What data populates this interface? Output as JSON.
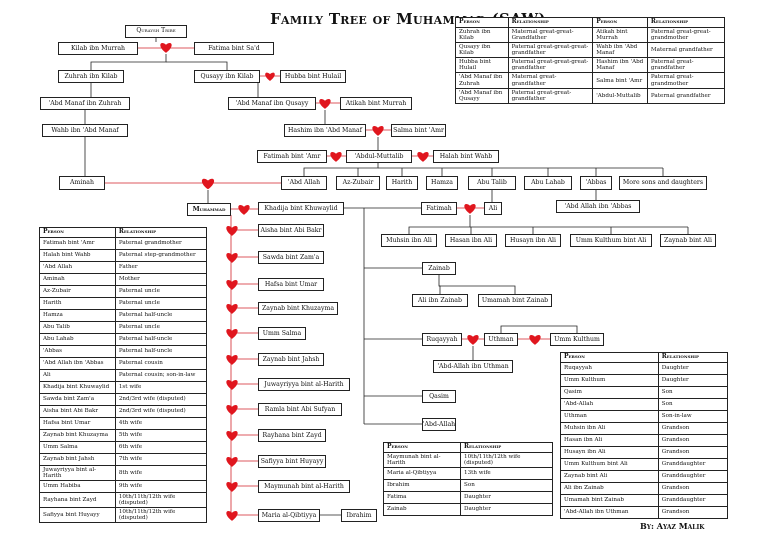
{
  "title": "Family Tree of Muhammad (SAW)",
  "author": "By: Ayaz Malik",
  "colors": {
    "heart": "#e0161e",
    "red_line": "#d2232a",
    "line": "#222222"
  },
  "tree": {
    "quraysh_tribe": "Quraysh Tribe",
    "kilab": "Kilab ibn Murrah",
    "fatima_sad": "Fatima bint Sa'd",
    "zuhrah": "Zuhrah ibn Kilab",
    "qusayy": "Qusayy ibn Kilab",
    "hubba": "Hubba bint Hulail",
    "abd_manaf_zuhrah": "'Abd Manaf ibn Zuhrah",
    "abd_manaf_qusayy": "'Abd Manaf ibn Qusayy",
    "atikah": "Atikah bint Murrah",
    "wahb": "Wahb ibn 'Abd Manaf",
    "hashim": "Hashim ibn 'Abd Manaf",
    "salma": "Salma bint 'Amr",
    "fatimah_amr": "Fatimah bint 'Amr",
    "abdul_muttalib": "'Abdul-Muttalib",
    "halah": "Halah bint Wahb",
    "aminah": "Aminah",
    "abd_allah": "'Abd Allah",
    "az_zubair": "Az-Zubair",
    "harith": "Harith",
    "hamza": "Hamza",
    "abu_talib": "Abu Talib",
    "abu_lahab": "Abu Lahab",
    "abbas": "'Abbas",
    "more_sons": "More sons and daughters",
    "muhammad": "Muhammad",
    "khadija": "Khadija bint Khuwaylid",
    "fatimah": "Fatimah",
    "ali": "Ali",
    "abd_allah_abbas": "'Abd Allah ibn 'Abbas",
    "muhsin": "Muhsin ibn Ali",
    "hasan": "Hasan ibn Ali",
    "husayn": "Husayn ibn Ali",
    "umm_kulthum_ali": "Umm Kulthum bint Ali",
    "zaynab_ali": "Zaynab bint Ali",
    "zainab": "Zainab",
    "ali_zainab": "Ali ibn Zainab",
    "umamah": "Umamah bint Zainab",
    "ruqayyah": "Ruqayyah",
    "uthman": "Uthman",
    "umm_kulthum": "Umm Kulthum",
    "abd_allah_uthman": "'Abd-Allah ibn Uthman",
    "qasim": "Qasim",
    "abd_allah_son": "'Abd-Allah",
    "ibrahim": "Ibrahim",
    "wives": [
      "Aisha bint Abi Bakr",
      "Sawda bint Zam'a",
      "Hafsa bint Umar",
      "Zaynab bint Khuzayma",
      "Umm Salma",
      "Zaynab bint Jahsh",
      "Juwayriyya bint al-Harith",
      "Ramla bint Abi Sufyan",
      "Rayhana bint Zayd",
      "Safiyya bint Huyayy",
      "Maymunah bint al-Harith",
      "Maria al-Qibtiyya"
    ]
  },
  "table_top": {
    "headers": [
      "Person",
      "Relationship",
      "Person",
      "Relationship"
    ],
    "rows": [
      [
        "Zuhrah ibn Kilab",
        "Maternal great-great-Grandfather",
        "Atikah bint Murrah",
        "Paternal great-great-grandmother"
      ],
      [
        "Qusayy ibn Kilab",
        "Paternal great-great-great-grandfather",
        "Wahb ibn 'Abd Manaf",
        "Maternal grandfather"
      ],
      [
        "Hubba bint Hulail",
        "Paternal great-great-great-grandfather",
        "Hashim ibn 'Abd Manaf",
        "Paternal great-grandfather"
      ],
      [
        "'Abd Manaf ibn Zuhrah",
        "Maternal great-grandfather",
        "Salma bint 'Amr",
        "Paternal great-grandmother"
      ],
      [
        "'Abd Manaf ibn Qusayy",
        "Paternal great-great-grandfather",
        "'Abdul-Muttalib",
        "Paternal grandfather"
      ]
    ]
  },
  "table_left": {
    "headers": [
      "Person",
      "Relationship"
    ],
    "rows": [
      [
        "Fatimah bint 'Amr",
        "Paternal grandmother"
      ],
      [
        "Halah bint Wahb",
        "Paternal step-grandmother"
      ],
      [
        "'Abd Allah",
        "Father"
      ],
      [
        "Aminah",
        "Mother"
      ],
      [
        "Az-Zubair",
        "Paternal uncle"
      ],
      [
        "Harith",
        "Paternal uncle"
      ],
      [
        "Hamza",
        "Paternal half-uncle"
      ],
      [
        "Abu Talib",
        "Paternal uncle"
      ],
      [
        "Abu Lahab",
        "Paternal half-uncle"
      ],
      [
        "'Abbas",
        "Paternal half-uncle"
      ],
      [
        "'Abd Allah ibn 'Abbas",
        "Paternal cousin"
      ],
      [
        "Ali",
        "Paternal cousin; son-in-law"
      ],
      [
        "Khadija bint Khuwaylid",
        "1st wife"
      ],
      [
        "Sawda bint Zam'a",
        "2nd/3rd wife (disputed)"
      ],
      [
        "Aisha bint Abi Bakr",
        "2nd/3rd wife (disputed)"
      ],
      [
        "Hafsa bint Umar",
        "4th wife"
      ],
      [
        "Zaynab bint Khuzayma",
        "5th wife"
      ],
      [
        "Umm Salma",
        "6th wife"
      ],
      [
        "Zaynab bint Jahsh",
        "7th wife"
      ],
      [
        "Juwayriyya bint al-Harith",
        "8th wife"
      ],
      [
        "Umm Habiba",
        "9th wife"
      ],
      [
        "Rayhana bint Zayd",
        "10th/11th/12th wife (disputed)"
      ],
      [
        "Safiyya bint Huyayy",
        "10th/11th/12th wife (disputed)"
      ]
    ]
  },
  "table_mid": {
    "headers": [
      "Person",
      "Relationship"
    ],
    "rows": [
      [
        "Maymunah bint al-Harith",
        "10th/11th/12th wife (disputed)"
      ],
      [
        "Maria al-Qibtiyya",
        "13th wife"
      ],
      [
        "Ibrahim",
        "Son"
      ],
      [
        "Fatima",
        "Daughter"
      ],
      [
        "Zainab",
        "Daughter"
      ]
    ]
  },
  "table_right": {
    "headers": [
      "Person",
      "Relationship"
    ],
    "rows": [
      [
        "Ruqayyah",
        "Daughter"
      ],
      [
        "Umm Kulthum",
        "Daughter"
      ],
      [
        "Qasim",
        "Son"
      ],
      [
        "'Abd-Allah",
        "Son"
      ],
      [
        "Uthman",
        "Son-in-law"
      ],
      [
        "Muhsin ibn Ali",
        "Grandson"
      ],
      [
        "Hasan ibn Ali",
        "Grandson"
      ],
      [
        "Husayn ibn Ali",
        "Grandson"
      ],
      [
        "Umm Kulthum bint Ali",
        "Granddaughter"
      ],
      [
        "Zaynab bint Ali",
        "Granddaughter"
      ],
      [
        "Ali ibn Zainab",
        "Grandson"
      ],
      [
        "Umamah bint Zainab",
        "Granddaughter"
      ],
      [
        "'Abd-Allah ibn Uthman",
        "Grandson"
      ]
    ]
  }
}
